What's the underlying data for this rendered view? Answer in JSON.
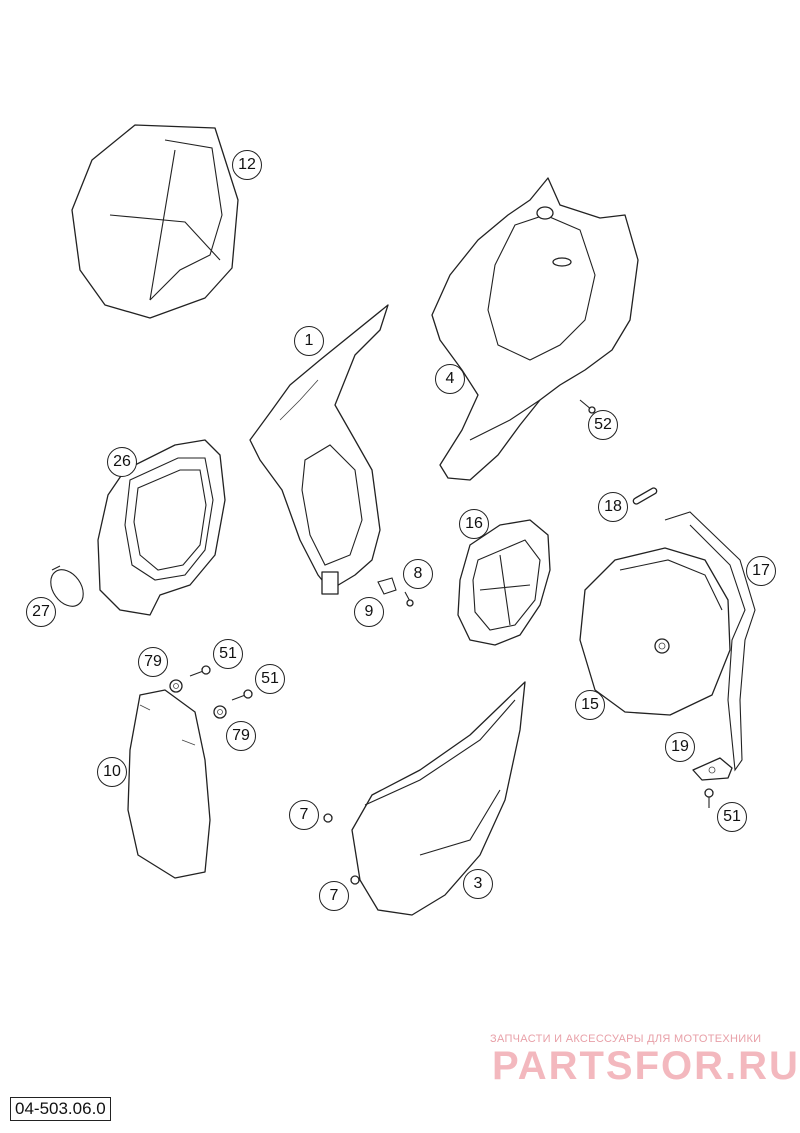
{
  "diagram": {
    "code": "04-503.06.0",
    "callouts": [
      {
        "label": "12"
      },
      {
        "label": "1"
      },
      {
        "label": "4"
      },
      {
        "label": "52"
      },
      {
        "label": "26"
      },
      {
        "label": "18"
      },
      {
        "label": "16"
      },
      {
        "label": "17"
      },
      {
        "label": "8"
      },
      {
        "label": "9"
      },
      {
        "label": "27"
      },
      {
        "label": "79"
      },
      {
        "label": "51"
      },
      {
        "label": "51"
      },
      {
        "label": "15"
      },
      {
        "label": "79"
      },
      {
        "label": "10"
      },
      {
        "label": "19"
      },
      {
        "label": "51"
      },
      {
        "label": "7"
      },
      {
        "label": "3"
      },
      {
        "label": "7"
      }
    ]
  },
  "watermark": {
    "subtitle": "ЗАПЧАСТИ И АКСЕССУАРЫ ДЛЯ МОТОТЕХНИКИ",
    "brand": "PARTSFOR.RU",
    "color": "#f3b8be"
  }
}
